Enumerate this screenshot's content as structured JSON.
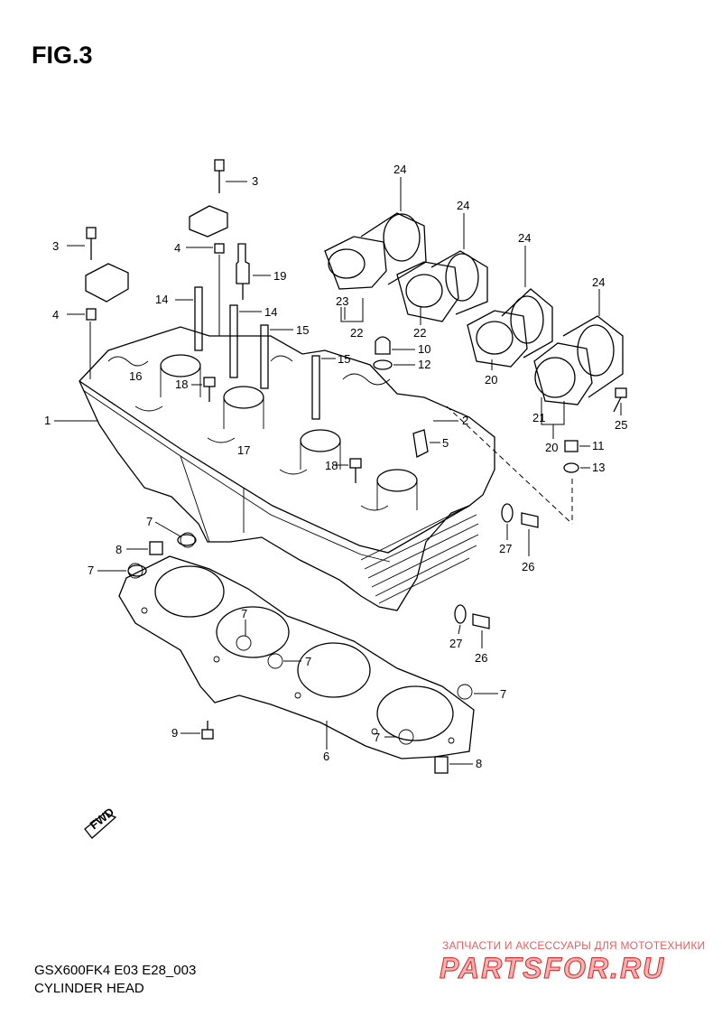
{
  "figure": {
    "title": "FIG.3"
  },
  "footer": {
    "model_code": "GSX600FK4 E03 E28_003",
    "part_group": "CYLINDER HEAD"
  },
  "watermark": {
    "tagline": "ЗАПЧАСТИ И АКСЕССУАРЫ ДЛЯ МОТОТЕХНИКИ",
    "site": "PARTSFOR.RU",
    "color": "#d22222"
  },
  "direction_marker": {
    "text": "FWD"
  },
  "callouts": [
    "1",
    "2",
    "3",
    "3",
    "4",
    "4",
    "5",
    "6",
    "7",
    "7",
    "7",
    "7",
    "7",
    "7",
    "8",
    "8",
    "9",
    "10",
    "11",
    "12",
    "13",
    "14",
    "14",
    "15",
    "15",
    "16",
    "17",
    "18",
    "18",
    "19",
    "20",
    "20",
    "21",
    "22",
    "22",
    "23",
    "24",
    "24",
    "24",
    "24",
    "25",
    "26",
    "26",
    "27",
    "27"
  ]
}
